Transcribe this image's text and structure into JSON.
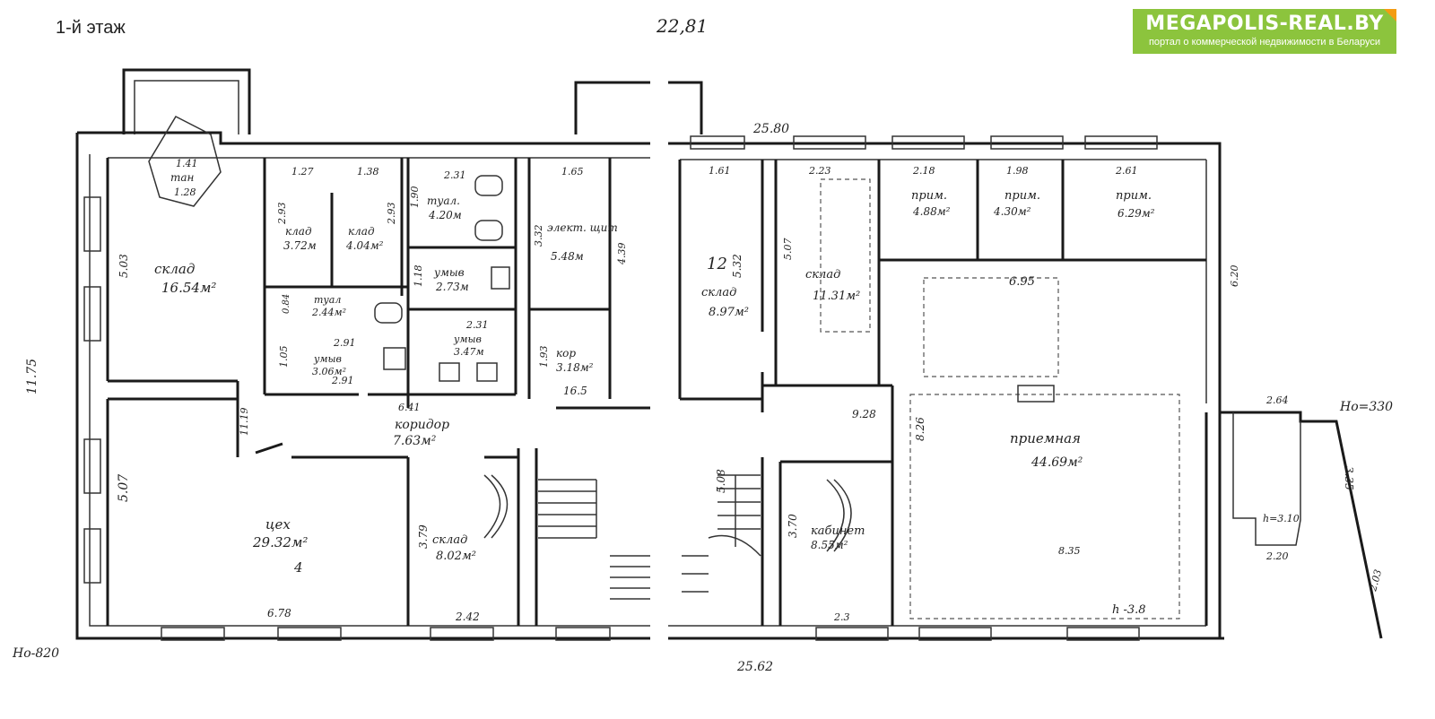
{
  "header": {
    "floor_title": "1-й этаж",
    "brand_name": "MEGAPOLIS-REAL.BY",
    "brand_tagline": "портал о коммерческой недвижимости в Беларуси",
    "brand_color": "#8cc43d",
    "brand_accent": "#f39c12"
  },
  "plan_labels": {
    "top_dim": "22,81",
    "wall_top_right": "25.80",
    "wall_bottom_right": "25.62",
    "left_height": "11.75",
    "left_level": "Но-820",
    "right_level": "Но=330",
    "door_wall": "6.95",
    "rooms": {
      "sklad_1": {
        "name": "склад",
        "area": "16.54м²"
      },
      "tambur": {
        "name": "тан",
        "d1": "1.41",
        "d2": "1.28"
      },
      "klad_1": {
        "name": "клад",
        "area": "3.72м"
      },
      "klad_2": {
        "name": "клад",
        "area": "4.04м²"
      },
      "tual_1": {
        "name": "туал.",
        "area": "4.20м"
      },
      "umyv_1": {
        "name": "умыв",
        "area": "2.73м"
      },
      "elektroshchit": {
        "name": "элект. щит",
        "area": "5.48м"
      },
      "tual_2": {
        "name": "туал",
        "area": "2.44м²"
      },
      "umyv_2": {
        "name": "умыв",
        "area": "3.06м²"
      },
      "umyv_3": {
        "name": "умыв",
        "area": "3.47м"
      },
      "kor_1": {
        "name": "кор",
        "area": "3.18м²"
      },
      "koridor": {
        "name": "коридор",
        "area": "7.63м²"
      },
      "ceh": {
        "name": "цех",
        "area": "29.32м²",
        "num": "4"
      },
      "sklad_2": {
        "name": "склад",
        "area": "8.02м²"
      },
      "sklad_3": {
        "name": "склад",
        "area": "8.97м²",
        "num": "12"
      },
      "sklad_4": {
        "name": "склад",
        "area": "11.31м²"
      },
      "priem_1": {
        "name": "прим.",
        "area": "4.88м²"
      },
      "priem_2": {
        "name": "прим.",
        "area": "4.30м²"
      },
      "priem_3": {
        "name": "прим.",
        "area": "6.29м²"
      },
      "priemnaya": {
        "name": "приемная",
        "area": "44.69м²"
      },
      "kabinet": {
        "name": "кабинет",
        "area": "8.55м²"
      }
    },
    "dims": [
      "5.03",
      "1.27",
      "1.38",
      "2.31",
      "1.65",
      "2.93",
      "2.93",
      "1.90",
      "3.32",
      "4.39",
      "1.18",
      "0.84",
      "2.91",
      "2.31",
      "1.05",
      "1.93",
      "16.5",
      "6.41",
      "11.19",
      "5.07",
      "6.78",
      "3.79",
      "2.42",
      "1.61",
      "5.32",
      "2.23",
      "5.07",
      "2.18",
      "1.98",
      "2.61",
      "9.28",
      "8.26",
      "2.64",
      "3.35",
      "6.20",
      "2.20",
      "2.03",
      "3.70",
      "5.08",
      "h -3.8",
      "2.3",
      "2.91",
      "8.35",
      "h=3.10"
    ]
  }
}
